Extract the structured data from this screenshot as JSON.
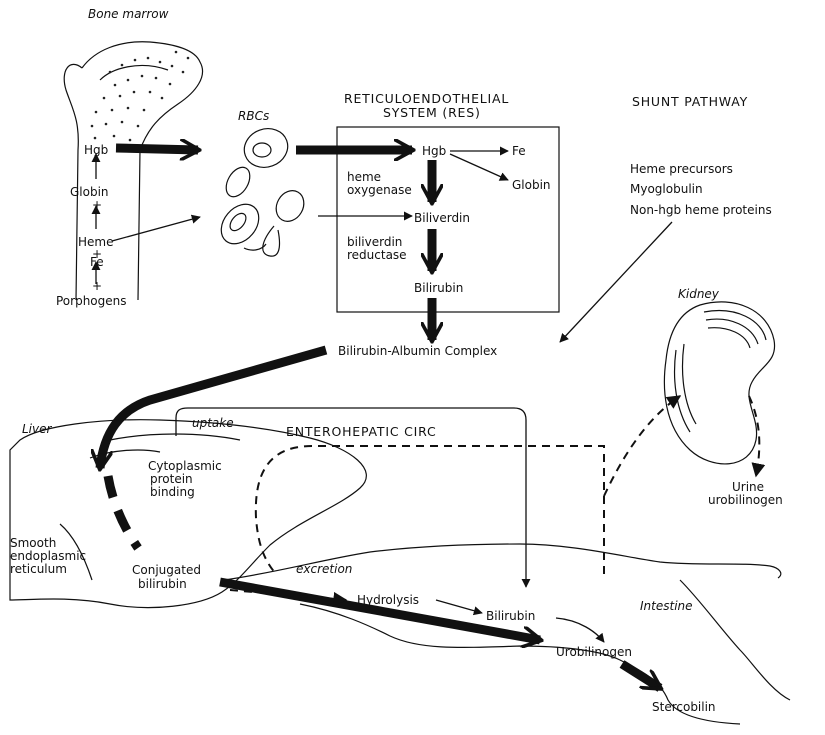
{
  "labels": {
    "bone_marrow": "Bone marrow",
    "hgb_bm": "Hgb",
    "globin_bm": "Globin",
    "plus1": "+",
    "heme_bm": "Heme",
    "plus2": "+",
    "fe_bm": "Fe",
    "plus3": "+",
    "porphogens": "Porphogens",
    "rbcs": "RBCs",
    "res_title_1": "RETICULOENDOTHELIAL",
    "res_title_2": "SYSTEM (RES)",
    "hgb_res": "Hgb",
    "fe_res": "Fe",
    "globin_res": "Globin",
    "heme_oxygenase_1": "heme",
    "heme_oxygenase_2": "oxygenase",
    "biliverdin": "Biliverdin",
    "biliverdin_reductase_1": "biliverdin",
    "biliverdin_reductase_2": "reductase",
    "bilirubin_res": "Bilirubin",
    "shunt_title": "SHUNT PATHWAY",
    "shunt_1": "Heme precursors",
    "shunt_2": "Myoglobulin",
    "shunt_3": "Non-hgb heme proteins",
    "bilirubin_albumin": "Bilirubin-Albumin Complex",
    "kidney": "Kidney",
    "liver": "Liver",
    "uptake": "uptake",
    "enterohepatic": "ENTEROHEPATIC CIRC",
    "cyto_1": "Cytoplasmic",
    "cyto_2": "protein",
    "cyto_3": "binding",
    "smooth_1": "Smooth",
    "smooth_2": "endoplasmic",
    "smooth_3": "reticulum",
    "conj_1": "Conjugated",
    "conj_2": "bilirubin",
    "excretion": "excretion",
    "hydrolysis": "Hydrolysis",
    "bilirubin_int": "Bilirubin",
    "intestine": "Intestine",
    "urine_1": "Urine",
    "urine_2": "urobilinogen",
    "urobilinogen": "Urobilinogen",
    "stercobilin": "Stercobilin"
  },
  "colors": {
    "ink": "#111111",
    "paper": "#ffffff"
  }
}
